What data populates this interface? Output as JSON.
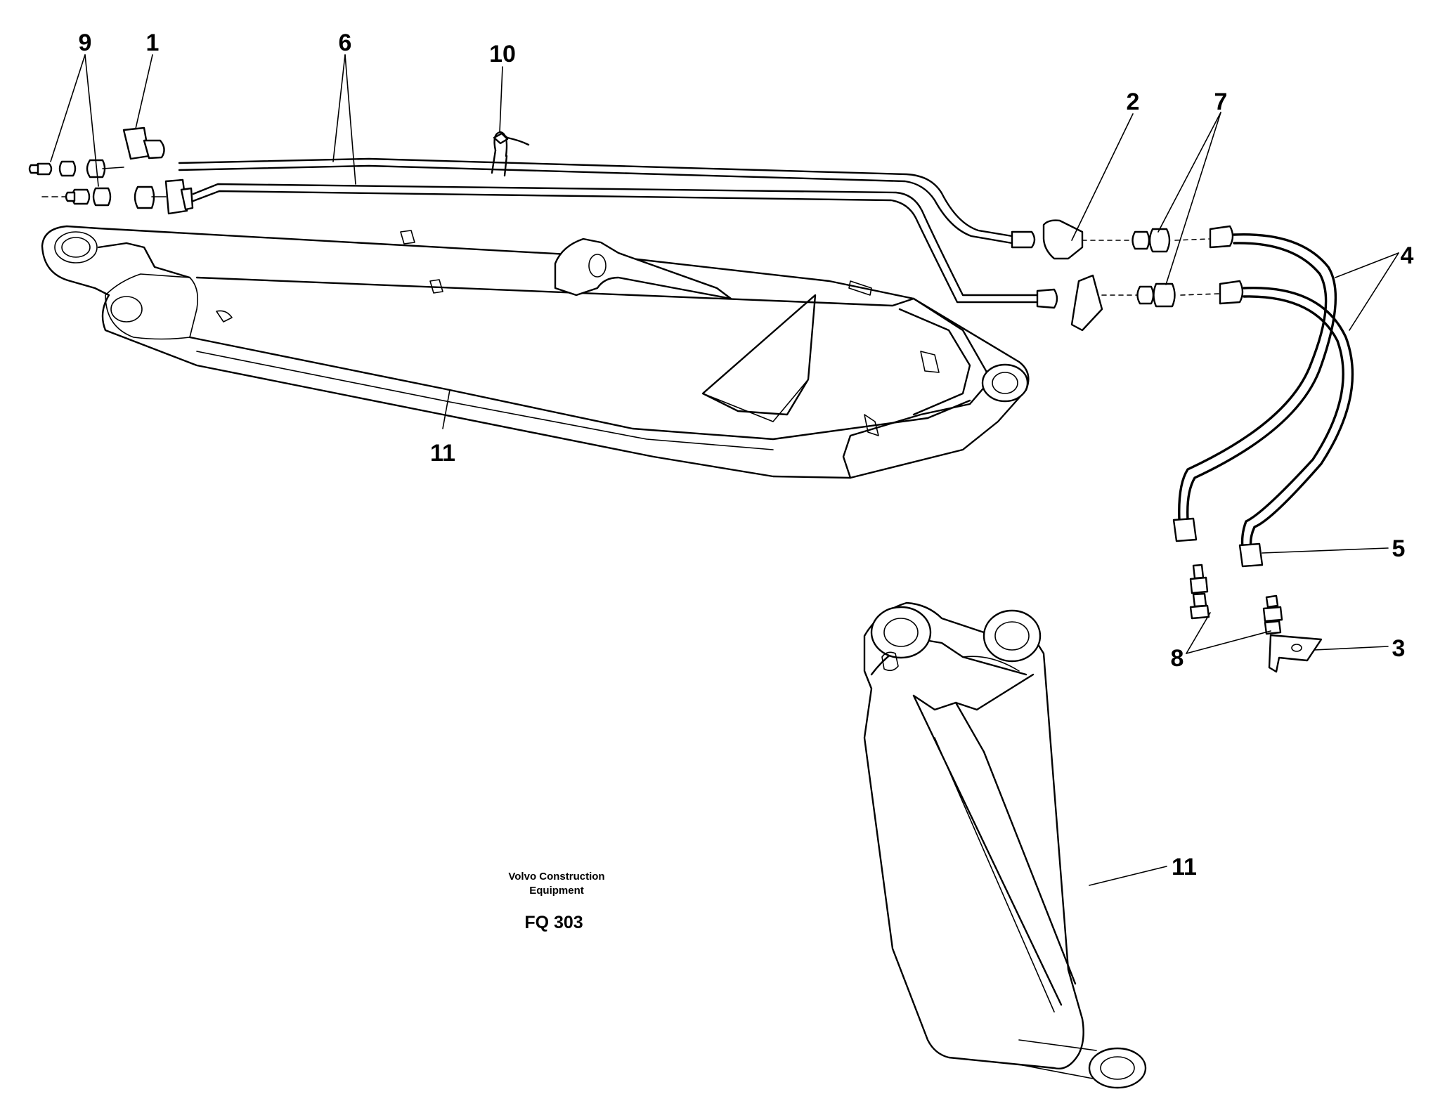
{
  "callouts": {
    "n1": "1",
    "n2": "2",
    "n3": "3",
    "n4": "4",
    "n5": "5",
    "n6": "6",
    "n7": "7",
    "n8": "8",
    "n9": "9",
    "n10": "10",
    "n11a": "11",
    "n11b": "11"
  },
  "caption": {
    "line1": "Volvo Construction",
    "line2": "Equipment",
    "code": "FQ 303"
  }
}
